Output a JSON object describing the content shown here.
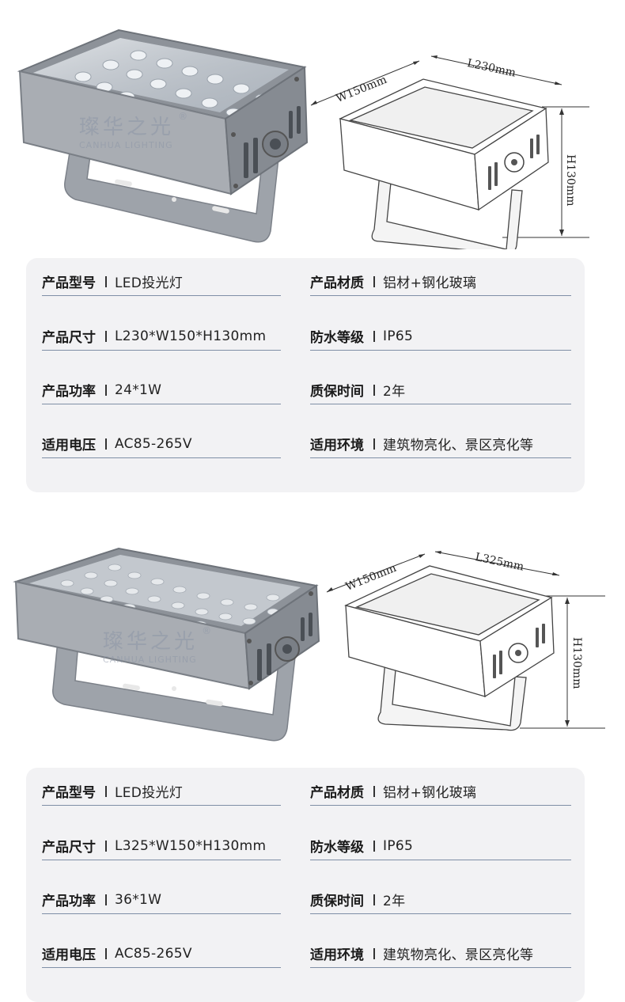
{
  "products": [
    {
      "watermark": {
        "name": "璨华之光",
        "latin": "CANHUA LIGHTING",
        "mark": "®"
      },
      "dimensions": {
        "width": "W150mm",
        "length": "L230mm",
        "height": "H130mm"
      },
      "specs": {
        "left": [
          {
            "label": "产品型号",
            "value": "LED投光灯"
          },
          {
            "label": "产品尺寸",
            "value": "L230*W150*H130mm"
          },
          {
            "label": "产品功率",
            "value": "24*1W"
          },
          {
            "label": "适用电压",
            "value": "AC85-265V"
          }
        ],
        "right": [
          {
            "label": "产品材质",
            "value": "铝材+钢化玻璃"
          },
          {
            "label": "防水等级",
            "value": "IP65"
          },
          {
            "label": "质保时间",
            "value": "2年"
          },
          {
            "label": "适用环境",
            "value": "建筑物亮化、景区亮化等"
          }
        ]
      }
    },
    {
      "watermark": {
        "name": "璨华之光",
        "latin": "CANHUA LIGHTING",
        "mark": "®"
      },
      "dimensions": {
        "width": "W150mm",
        "length": "L325mm",
        "height": "H130mm"
      },
      "specs": {
        "left": [
          {
            "label": "产品型号",
            "value": "LED投光灯"
          },
          {
            "label": "产品尺寸",
            "value": "L325*W150*H130mm"
          },
          {
            "label": "产品功率",
            "value": "36*1W"
          },
          {
            "label": "适用电压",
            "value": "AC85-265V"
          }
        ],
        "right": [
          {
            "label": "产品材质",
            "value": "铝材+钢化玻璃"
          },
          {
            "label": "防水等级",
            "value": "IP65"
          },
          {
            "label": "质保时间",
            "value": "2年"
          },
          {
            "label": "适用环境",
            "value": "建筑物亮化、景区亮化等"
          }
        ]
      }
    }
  ]
}
